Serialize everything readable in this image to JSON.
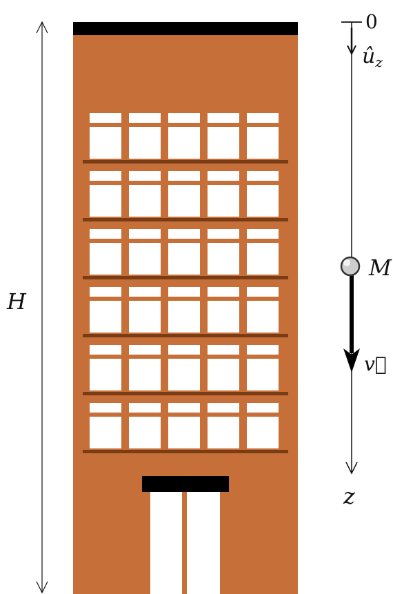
{
  "labels": {
    "height": "H",
    "origin": "0",
    "unit_vector": "û",
    "unit_vector_sub": "z",
    "point": "M",
    "velocity": "v⃗",
    "axis": "z"
  },
  "building": {
    "floors": 6,
    "windows_per_floor": 5
  },
  "colors": {
    "building": "#c66f38",
    "roof": "#000000",
    "ledge": "#7a3c14",
    "window": "#ffffff",
    "door_frame": "#000000",
    "line": "#111111",
    "ball_fill": "#cccccc",
    "ball_stroke": "#333333"
  }
}
